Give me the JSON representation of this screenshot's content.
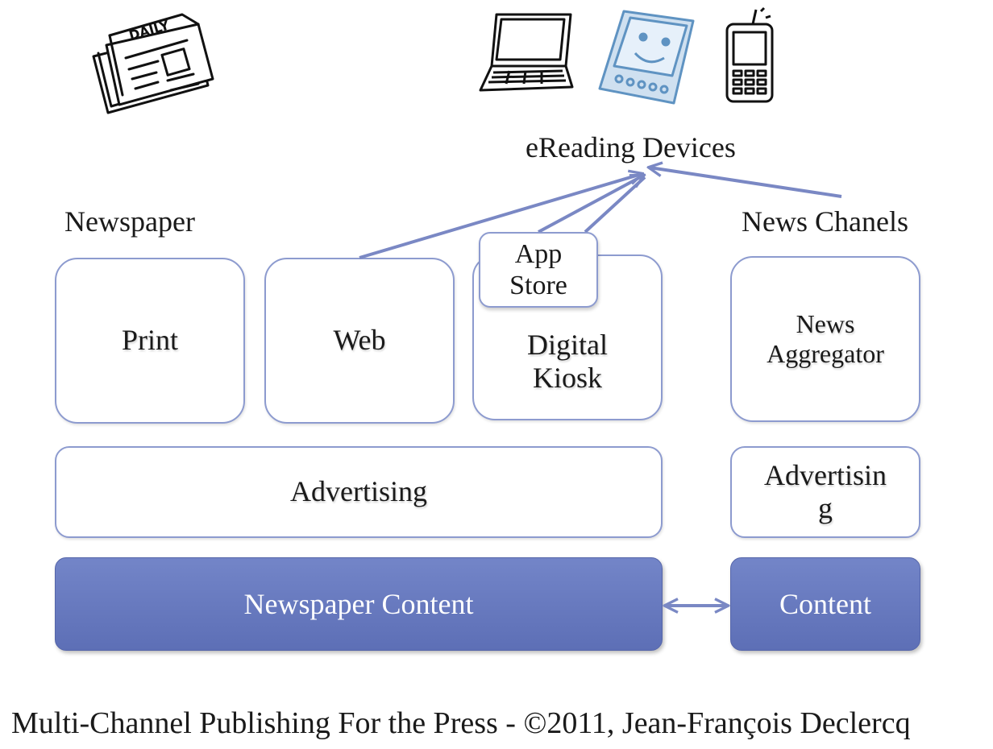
{
  "headings": {
    "newspaper": "Newspaper",
    "news_channels": "News Chanels",
    "ereading_devices": "eReading Devices"
  },
  "boxes": {
    "print": "Print",
    "web": "Web",
    "digital_kiosk": [
      "Digital",
      "Kiosk"
    ],
    "news_aggregator": [
      "News",
      "Aggregator"
    ],
    "advertising_wide": "Advertising",
    "advertising_narrow": [
      "Advertisin",
      "g"
    ],
    "newspaper_content": "Newspaper Content",
    "content": "Content"
  },
  "callout": {
    "app_store": [
      "App",
      "Store"
    ]
  },
  "icons": {
    "newspaper_masthead": "DAILY",
    "newspaper_icon": "newspaper-icon",
    "laptop_icon": "laptop-icon",
    "tablet_icon": "tablet-icon",
    "phone_icon": "phone-icon"
  },
  "footer": "Multi-Channel Publishing For the Press - ©2011, Jean-François Declercq",
  "colors": {
    "border": "#8d9bcf",
    "arrow": "#7a88c4",
    "content_fill": "#6577bd",
    "tablet_accent": "#5f93c2"
  }
}
